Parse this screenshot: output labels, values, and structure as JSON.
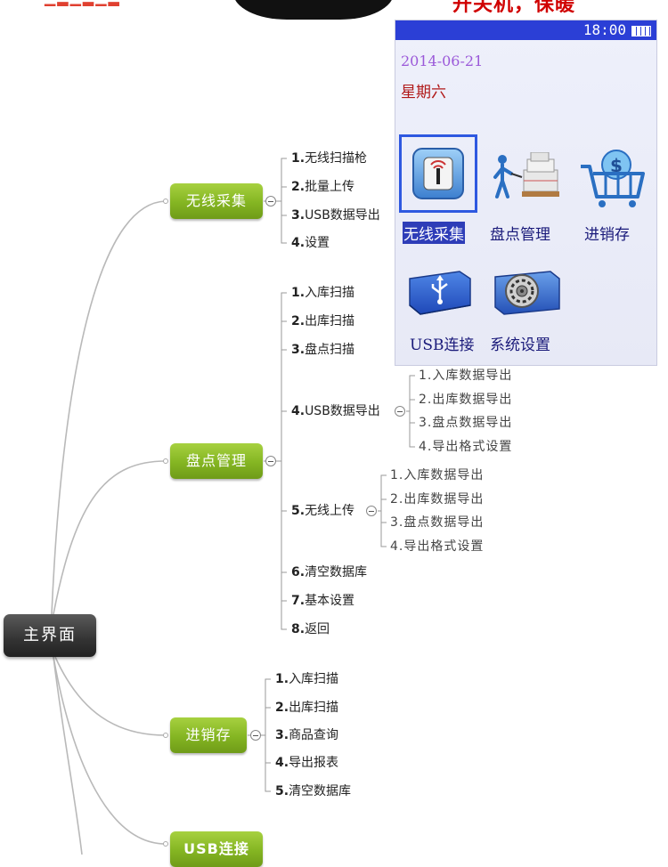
{
  "banner": {
    "right_text": "开关机，保暖"
  },
  "screen": {
    "time": "18:00",
    "date": "2014-06-21",
    "weekday": "星期六",
    "menu": [
      {
        "label": "无线采集",
        "icon": "wireless-signal-icon",
        "selected": true
      },
      {
        "label": "盘点管理",
        "icon": "inventory-worker-icon",
        "selected": false
      },
      {
        "label": "进销存",
        "icon": "shopping-cart-dollar-icon",
        "selected": false
      },
      {
        "label": "USB连接",
        "icon": "usb-drive-icon",
        "selected": false
      },
      {
        "label": "系统设置",
        "icon": "settings-gear-icon",
        "selected": false
      }
    ]
  },
  "mindmap": {
    "root": "主界面",
    "branches": [
      {
        "label": "无线采集",
        "items": [
          {
            "num": "1.",
            "text": "无线扫描枪"
          },
          {
            "num": "2.",
            "text": "批量上传"
          },
          {
            "num": "3.",
            "text": "USB数据导出"
          },
          {
            "num": "4.",
            "text": "设置"
          }
        ]
      },
      {
        "label": "盘点管理",
        "items": [
          {
            "num": "1.",
            "text": "入库扫描"
          },
          {
            "num": "2.",
            "text": "出库扫描"
          },
          {
            "num": "3.",
            "text": "盘点扫描"
          },
          {
            "num": "4.",
            "text": "USB数据导出",
            "children": [
              "1.入库数据导出",
              "2.出库数据导出",
              "3.盘点数据导出",
              "4.导出格式设置"
            ]
          },
          {
            "num": "5.",
            "text": "无线上传",
            "children": [
              "1.入库数据导出",
              "2.出库数据导出",
              "3.盘点数据导出",
              "4.导出格式设置"
            ]
          },
          {
            "num": "6.",
            "text": "清空数据库"
          },
          {
            "num": "7.",
            "text": "基本设置"
          },
          {
            "num": "8.",
            "text": "返回"
          }
        ]
      },
      {
        "label": "进销存",
        "items": [
          {
            "num": "1.",
            "text": "入库扫描"
          },
          {
            "num": "2.",
            "text": "出库扫描"
          },
          {
            "num": "3.",
            "text": "商品查询"
          },
          {
            "num": "4.",
            "text": "导出报表"
          },
          {
            "num": "5.",
            "text": "清空数据库"
          }
        ]
      },
      {
        "label": "USB连接",
        "items": []
      }
    ]
  }
}
